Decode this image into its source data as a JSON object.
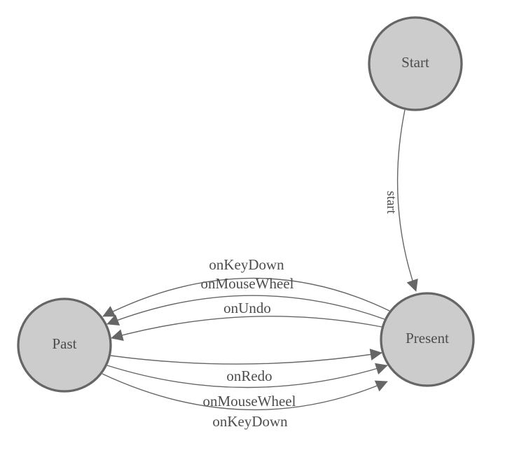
{
  "diagram": {
    "type": "state-machine",
    "colors": {
      "background": "#ffffff",
      "node_fill": "#cccccc",
      "node_stroke": "#666666",
      "edge_stroke": "#666666",
      "arrow_fill": "#666666",
      "text_color": "#4d4d4d"
    },
    "nodes": [
      {
        "id": "start",
        "label": "Start"
      },
      {
        "id": "present",
        "label": "Present"
      },
      {
        "id": "past",
        "label": "Past"
      }
    ],
    "edges": [
      {
        "id": "start-edge",
        "from": "start",
        "to": "present",
        "label": "start"
      },
      {
        "id": "keydown-to-past",
        "from": "present",
        "to": "past",
        "label": "onKeyDown"
      },
      {
        "id": "mousewheel-to-past",
        "from": "present",
        "to": "past",
        "label": "onMouseWheel"
      },
      {
        "id": "undo-to-past",
        "from": "present",
        "to": "past",
        "label": "onUndo"
      },
      {
        "id": "redo-to-present",
        "from": "past",
        "to": "present",
        "label": "onRedo"
      },
      {
        "id": "mousewheel-to-present",
        "from": "past",
        "to": "present",
        "label": "onMouseWheel"
      },
      {
        "id": "keydown-to-present",
        "from": "past",
        "to": "present",
        "label": "onKeyDown"
      }
    ]
  }
}
